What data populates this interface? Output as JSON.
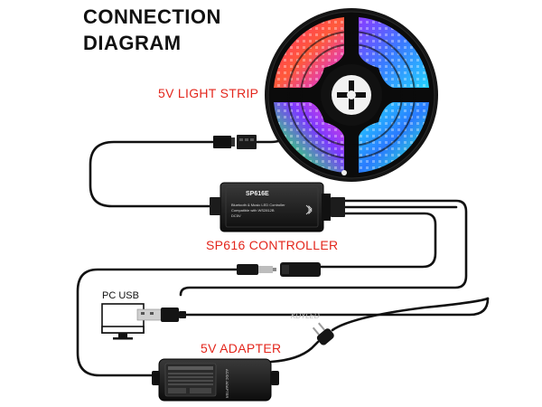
{
  "title": {
    "line1": "CONNECTION",
    "line2": "DIAGRAM"
  },
  "labels": {
    "strip": "5V LIGHT STRIP",
    "controller": "SP616 CONTROLLER",
    "pc_usb": "PC USB",
    "adapter": "5V ADAPTER"
  },
  "controller_box": {
    "model": "SP616E",
    "line1": "Bluetooth & Music LED Controller",
    "line2": "Compatible with WS2812B",
    "line3": "DC5V"
  },
  "adapter_box": {
    "line1": "AC/DC ADAPTER"
  },
  "watermark": "KDYLED",
  "colors": {
    "label_red": "#e3261c",
    "cable": "#111111"
  },
  "icons": [
    "led-reel-icon",
    "controller-icon",
    "usb-plug-icon",
    "pc-monitor-icon",
    "power-adapter-icon",
    "eu-plug-icon"
  ]
}
